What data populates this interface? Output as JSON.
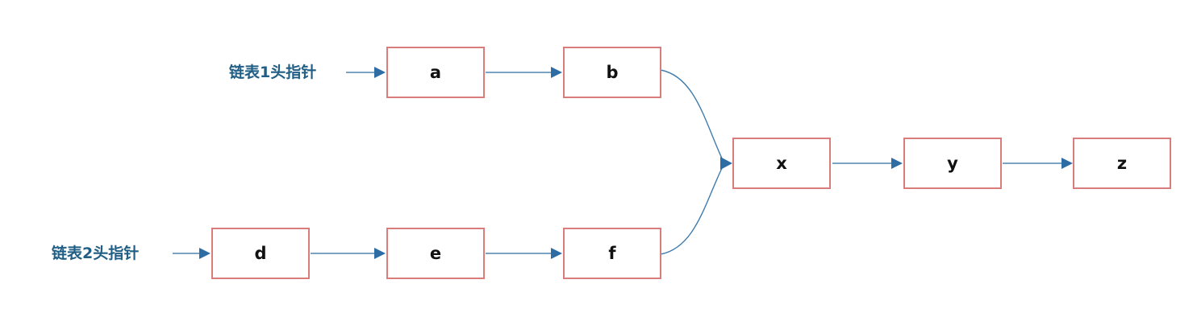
{
  "diagram": {
    "type": "linked-list-merge-diagram",
    "labels": {
      "list1_head": "链表1头指针",
      "list2_head": "链表2头指针"
    },
    "nodes": {
      "a": {
        "label": "a"
      },
      "b": {
        "label": "b"
      },
      "d": {
        "label": "d"
      },
      "e": {
        "label": "e"
      },
      "f": {
        "label": "f"
      },
      "x": {
        "label": "x"
      },
      "y": {
        "label": "y"
      },
      "z": {
        "label": "z"
      }
    },
    "edges": [
      {
        "from": "链表1头指针",
        "to": "a"
      },
      {
        "from": "a",
        "to": "b"
      },
      {
        "from": "b",
        "to": "x"
      },
      {
        "from": "链表2头指针",
        "to": "d"
      },
      {
        "from": "d",
        "to": "e"
      },
      {
        "from": "e",
        "to": "f"
      },
      {
        "from": "f",
        "to": "x"
      },
      {
        "from": "x",
        "to": "y"
      },
      {
        "from": "y",
        "to": "z"
      }
    ],
    "colors": {
      "node_border": "#D97C7C",
      "arrow_shaft": "#7AA3C4",
      "arrow_head": "#2E6DA4",
      "curve_stroke": "#3F7CAD",
      "label_text": "#205E85",
      "node_text": "#111111",
      "background": "#FFFFFF"
    }
  }
}
